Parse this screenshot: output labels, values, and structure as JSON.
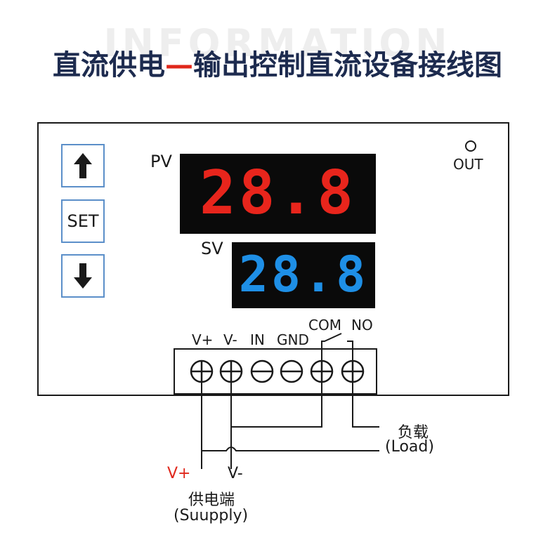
{
  "watermark": "INFORMATION",
  "title": {
    "part1": "直流供电",
    "dash": "—",
    "part2": "输出控制直流设备接线图"
  },
  "buttons": {
    "up_icon": "arrow-up-icon",
    "set_label": "SET",
    "down_icon": "arrow-down-icon"
  },
  "pv": {
    "label": "PV",
    "value": "28.8",
    "color": "#e8251c"
  },
  "sv": {
    "label": "SV",
    "value": "28.8",
    "color": "#1e8fe6"
  },
  "out": {
    "label": "OUT"
  },
  "relay": {
    "com": "COM",
    "no": "NO"
  },
  "terminals": [
    "V+",
    "V-",
    "IN",
    "GND"
  ],
  "load": {
    "cn": "负载",
    "en": "(Load)"
  },
  "supply": {
    "vplus": "V+",
    "vminus": "V-",
    "cn": "供电端",
    "en": "(Suupply)",
    "vplus_color": "#e0271b"
  }
}
